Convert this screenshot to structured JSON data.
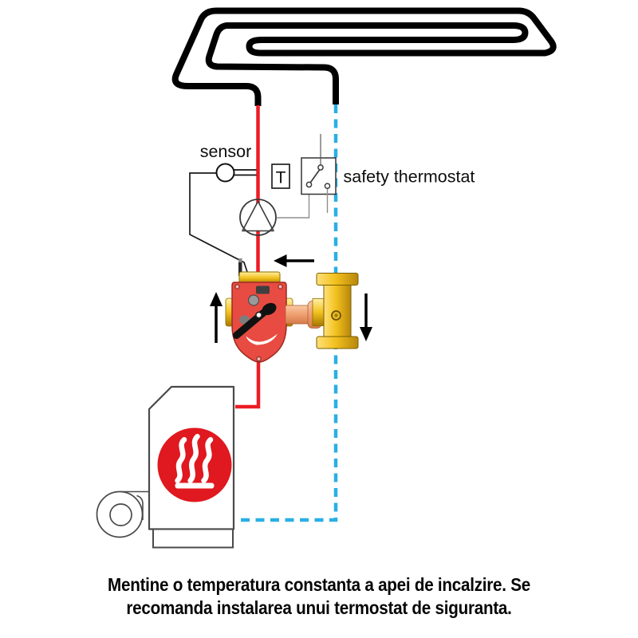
{
  "labels": {
    "sensor": "sensor",
    "thermostat": "T",
    "safety_thermostat": "safety thermostat"
  },
  "caption": {
    "line1": "Mentine o temperatura constanta a apei de incalzire. Se",
    "line2": "recomanda instalarea unui termostat de siguranta."
  },
  "colors": {
    "coil": "#000000",
    "supply_pipe": "#ed1c24",
    "return_pipe": "#2aafe4",
    "boiler_badge": "#e0181f",
    "valve_body": "#e84b41",
    "brass": "#f2c11e",
    "copper": "#ef9e6f",
    "outline": "#4a4a4a"
  }
}
